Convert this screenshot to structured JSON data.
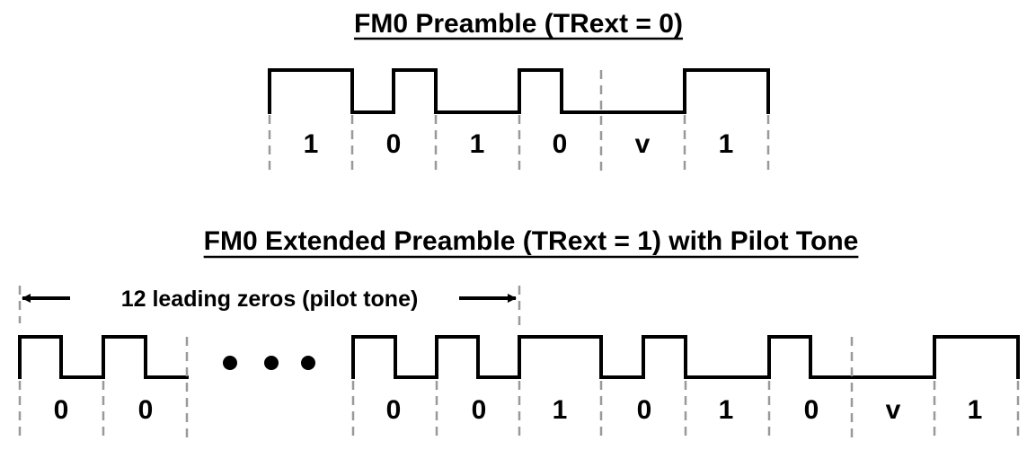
{
  "diagram_1": {
    "title": "FM0 Preamble (TRext = 0)",
    "bits": [
      "1",
      "0",
      "1",
      "0",
      "v",
      "1"
    ]
  },
  "diagram_2": {
    "title": "FM0 Extended Preamble (TRext = 1) with Pilot Tone",
    "pilot_label": "12 leading zeros (pilot tone)",
    "pilot_bits_left": [
      "0",
      "0"
    ],
    "pilot_bits_right": [
      "0",
      "0"
    ],
    "bits": [
      "1",
      "0",
      "1",
      "0",
      "v",
      "1"
    ]
  }
}
